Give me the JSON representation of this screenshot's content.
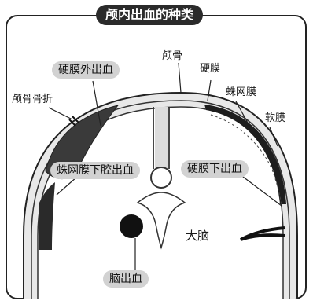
{
  "title": "颅内出血的种类",
  "labels": {
    "epidural": "硬膜外出血",
    "skull_fracture": "颅骨骨折",
    "skull": "颅骨",
    "dura": "硬膜",
    "arachnoid": "蛛网膜",
    "pia": "软膜",
    "subarachnoid": "蛛网膜下腔出血",
    "subdural": "硬膜下出血",
    "brain": "大脑",
    "intracerebral": "脑出血"
  }
}
